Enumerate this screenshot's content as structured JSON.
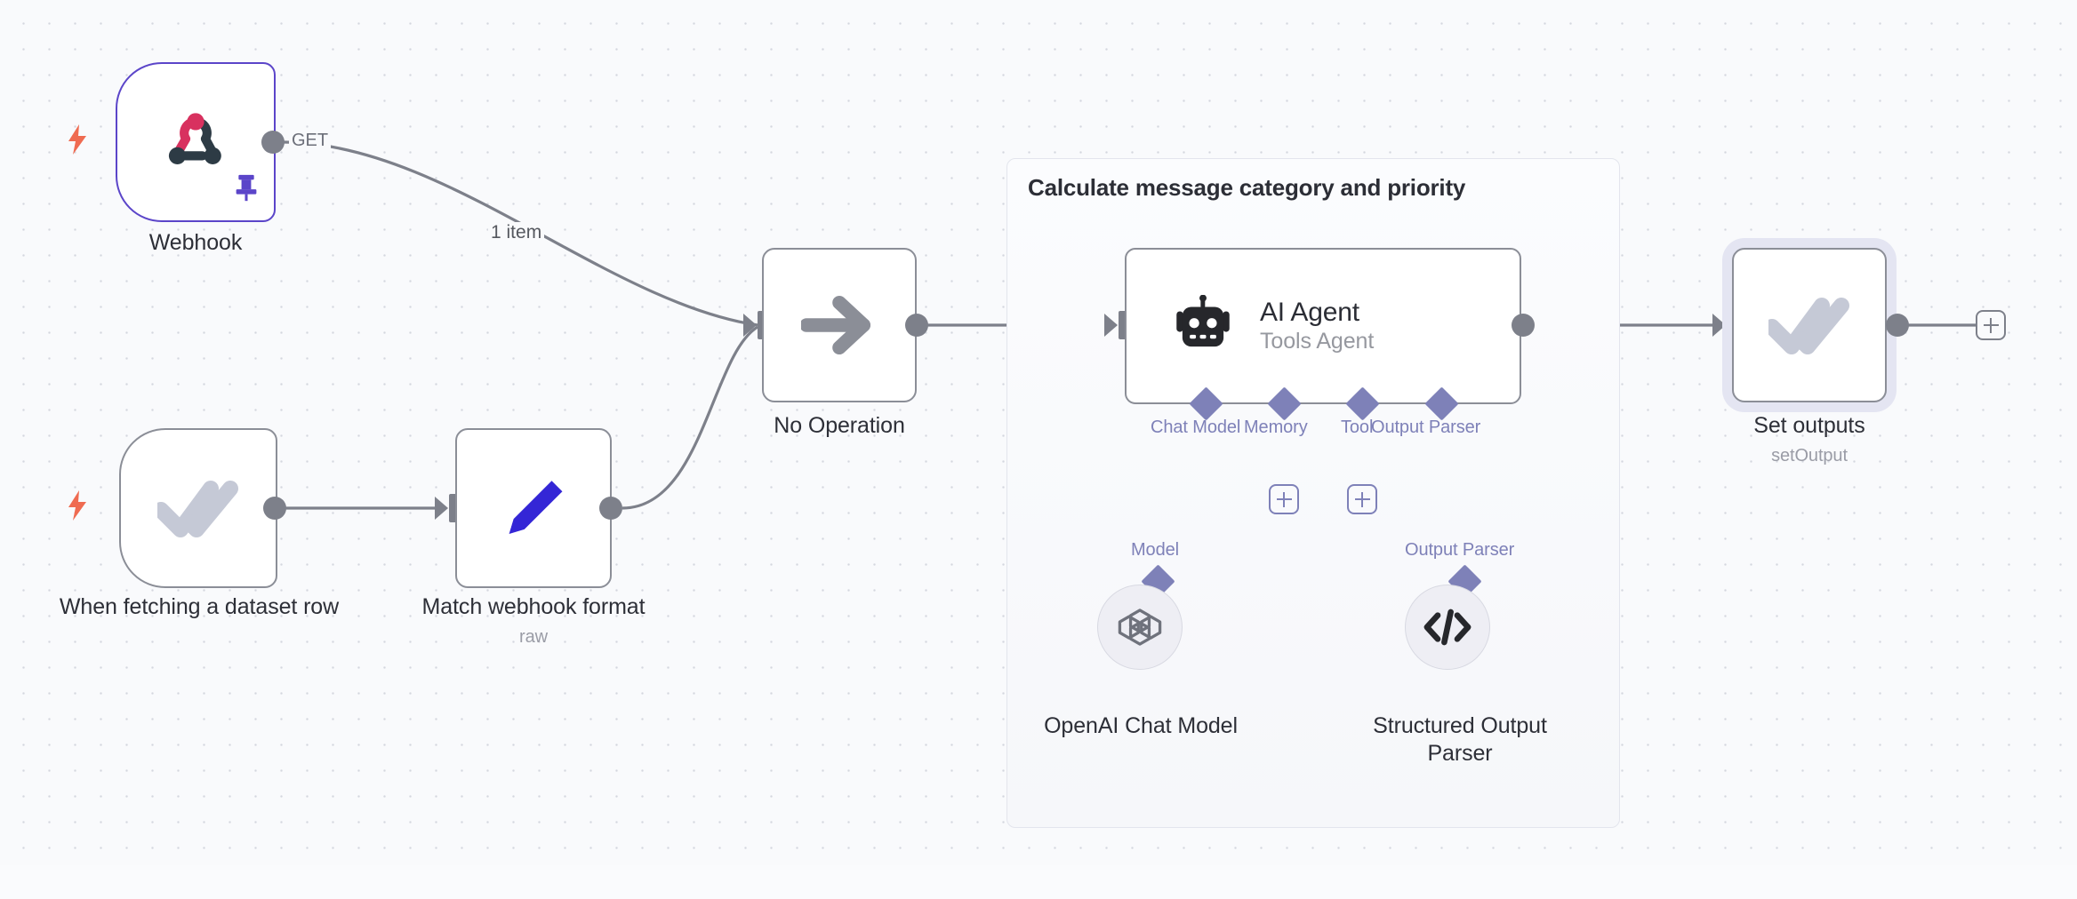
{
  "canvas": {
    "background_color": "#f9fafc",
    "grid_dot_color": "#d4d7de"
  },
  "group": {
    "title": "Calculate message category and priority",
    "border_color": "#e3e5ed"
  },
  "nodes": [
    {
      "id": "webhook",
      "name": "Webhook",
      "subtitle": "",
      "icon": "webhook-icon",
      "type": "trigger",
      "border_color": "#5b45c9",
      "pinned": true,
      "output_label": "GET"
    },
    {
      "id": "when-fetching-dataset-row",
      "name": "When fetching a dataset row",
      "subtitle": "",
      "icon": "double-check-icon",
      "type": "trigger",
      "border_color": "#8b8e97",
      "pinned": false,
      "output_label": ""
    },
    {
      "id": "match-webhook-format",
      "name": "Match webhook format",
      "subtitle": "raw",
      "icon": "pencil-icon",
      "type": "regular",
      "border_color": "#8b8e97",
      "pinned": false,
      "output_label": ""
    },
    {
      "id": "no-operation",
      "name": "No Operation",
      "subtitle": "",
      "icon": "arrow-right-icon",
      "type": "regular",
      "border_color": "#8b8e97",
      "pinned": false,
      "output_label": ""
    },
    {
      "id": "ai-agent",
      "name": "AI Agent",
      "subtitle": "Tools Agent",
      "icon": "robot-icon",
      "type": "agent",
      "border_color": "#8b8e97",
      "pinned": false,
      "output_label": ""
    },
    {
      "id": "set-outputs",
      "name": "Set outputs",
      "subtitle": "setOutput",
      "icon": "double-check-icon",
      "type": "regular",
      "border_color": "#8b8e97",
      "pinned": false,
      "selected": true,
      "output_label": ""
    },
    {
      "id": "openai-chat-model",
      "name": "OpenAI Chat Model",
      "subtitle": "",
      "icon": "openai-icon",
      "type": "sub",
      "port_label": "Model"
    },
    {
      "id": "structured-output-parser",
      "name": "Structured Output Parser",
      "subtitle": "",
      "icon": "code-brackets-icon",
      "type": "sub",
      "port_label": "Output Parser"
    }
  ],
  "agent_ports": [
    {
      "label": "Chat Model"
    },
    {
      "label": "Memory"
    },
    {
      "label": "Tool"
    },
    {
      "label": "Output Parser"
    }
  ],
  "connections": [
    {
      "from": "webhook",
      "to": "no-operation",
      "label": "1 item",
      "port_label": "GET"
    },
    {
      "from": "when-fetching-dataset-row",
      "to": "match-webhook-format",
      "label": ""
    },
    {
      "from": "match-webhook-format",
      "to": "no-operation",
      "label": ""
    },
    {
      "from": "no-operation",
      "to": "ai-agent",
      "label": ""
    },
    {
      "from": "ai-agent",
      "to": "set-outputs",
      "label": ""
    }
  ],
  "add_buttons": [
    {
      "id": "add-memory",
      "label": "+",
      "color": "#7e81b8"
    },
    {
      "id": "add-tool",
      "label": "+",
      "color": "#7e81b8"
    },
    {
      "id": "add-after-set-outputs",
      "label": "+",
      "color": "#7d808a"
    }
  ],
  "colors": {
    "accent_purple": "#5b45c9",
    "sub_node_purple": "#7e81b8",
    "trigger_orange": "#ef6b51",
    "node_border_gray": "#8b8e97",
    "edge_gray": "#7d808a"
  }
}
